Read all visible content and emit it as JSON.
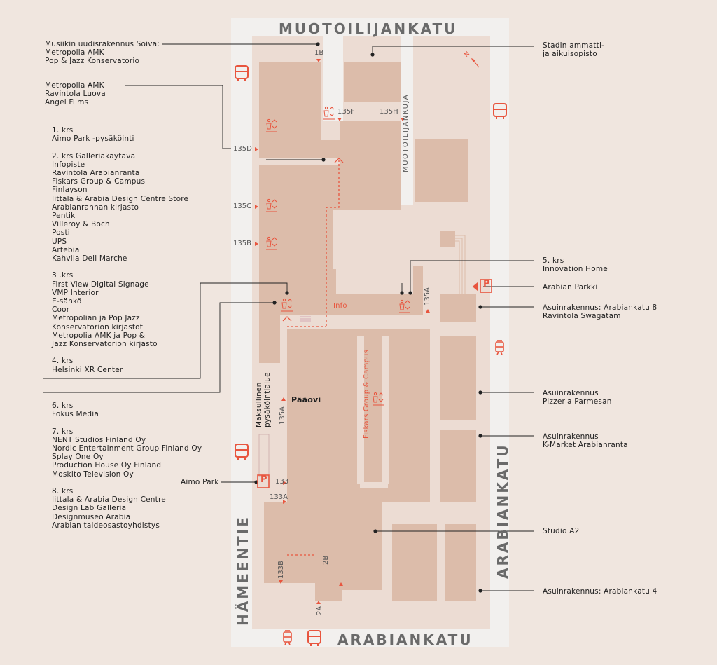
{
  "streets": {
    "top": "MUOTOILIJANKATU",
    "bottom": "ARABIANKATU",
    "left": "HÄMEENTIE",
    "right": "ARABIANKATU",
    "inner": "MUOTOILIJANKUJA"
  },
  "colors": {
    "background": "#f0e6df",
    "road": "#f2f0ee",
    "building": "#dcbcaa",
    "accent": "#e8553e",
    "leader": "#222222"
  },
  "left_labels": {
    "soiva": [
      "Musiikin uudisrakennus Soiva:",
      "Metropolia AMK",
      "Pop & Jazz Konservatorio"
    ],
    "luova": [
      "Metropolia AMK",
      "Ravintola Luova",
      "Angel Films"
    ],
    "floors_1_4": [
      "1. krs",
      "Aimo Park -pysäköinti",
      "",
      "2. krs Galleriakäytävä",
      "Infopiste",
      "Ravintola Arabianranta",
      "Fiskars Group & Campus",
      "Finlayson",
      "Iittala & Arabia Design Centre Store",
      "Arabianrannan kirjasto",
      "Pentik",
      "Villeroy & Boch",
      "Posti",
      "UPS",
      "Artebia",
      "Kahvila Deli Marche",
      "",
      "3 .krs",
      "First View Digital Signage",
      "VMP Interior",
      "E-sähkö",
      "Coor",
      "Metropolian ja Pop Jazz",
      "Konservatorion kirjastot",
      "Metropolia AMK ja Pop &",
      "Jazz Konservatorion kirjasto",
      "",
      "4. krs",
      "Helsinki XR Center"
    ],
    "floors_6_8": [
      "6. krs",
      "Fokus Media",
      "",
      "7. krs",
      "NENT Studios Finland Oy",
      "Nordic Entertainment Group Finland Oy",
      "Splay One Oy",
      "Production House Oy Finland",
      "Moskito Television Oy",
      "",
      "8. krs",
      "Iittala & Arabia Design Centre",
      "Design Lab Galleria",
      "Designmuseo Arabia",
      "Arabian taideosastoyhdistys"
    ],
    "aimo_park": "Aimo Park"
  },
  "right_labels": {
    "stadin": [
      "Stadin ammatti-",
      "ja aikuisopisto"
    ],
    "innovation": [
      "5. krs",
      "Innovation Home"
    ],
    "parkki": [
      "Arabian Parkki"
    ],
    "arabiankatu8": [
      "Asuinrakennus: Arabiankatu 8",
      "Ravintola Swagatam"
    ],
    "pizzeria": [
      "Asuinrakennus",
      "Pizzeria Parmesan"
    ],
    "kmarket": [
      "Asuinrakennus",
      "K-Market Arabianranta"
    ],
    "studio": [
      "Studio A2"
    ],
    "arabiankatu4": [
      "Asuinrakennus: Arabiankatu 4"
    ]
  },
  "entrances": {
    "e1B": "1B",
    "e135F": "135F",
    "e135H": "135H",
    "e135D": "135D",
    "e135C": "135C",
    "e135B": "135B",
    "e135A_right": "135A",
    "e135A_left": "135A",
    "e133": "133",
    "e133A": "133A",
    "e133B": "133B",
    "e2B": "2B",
    "e2A": "2A"
  },
  "map_text": {
    "info": "Info",
    "paaovi": "Pääovi",
    "fiskars": "Fiskars Group & Campus",
    "parking_area": [
      "Maksullinen",
      "pysäköintialue"
    ],
    "parking_symbol": "P",
    "compass": "N"
  },
  "icons": [
    "bus-icon",
    "tram-icon",
    "parking-icon",
    "toilet-icon",
    "elevator-icon",
    "stairs-icon",
    "compass-icon"
  ]
}
